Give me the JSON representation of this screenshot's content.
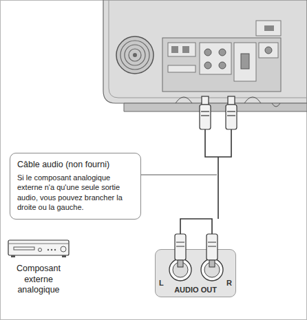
{
  "diagram": {
    "nodes": [
      {
        "text": [
          "Câble audio (non fourni)",
          "Si le composant analogique externe n'a qu'une seule sortie audio, vous pouvez brancher la droite ou la gauche."
        ]
      },
      {
        "text": [
          "AUDIO OUT"
        ]
      },
      {
        "text": [
          "Composant externe analogique"
        ]
      }
    ],
    "labels": [
      "L",
      "R"
    ]
  }
}
